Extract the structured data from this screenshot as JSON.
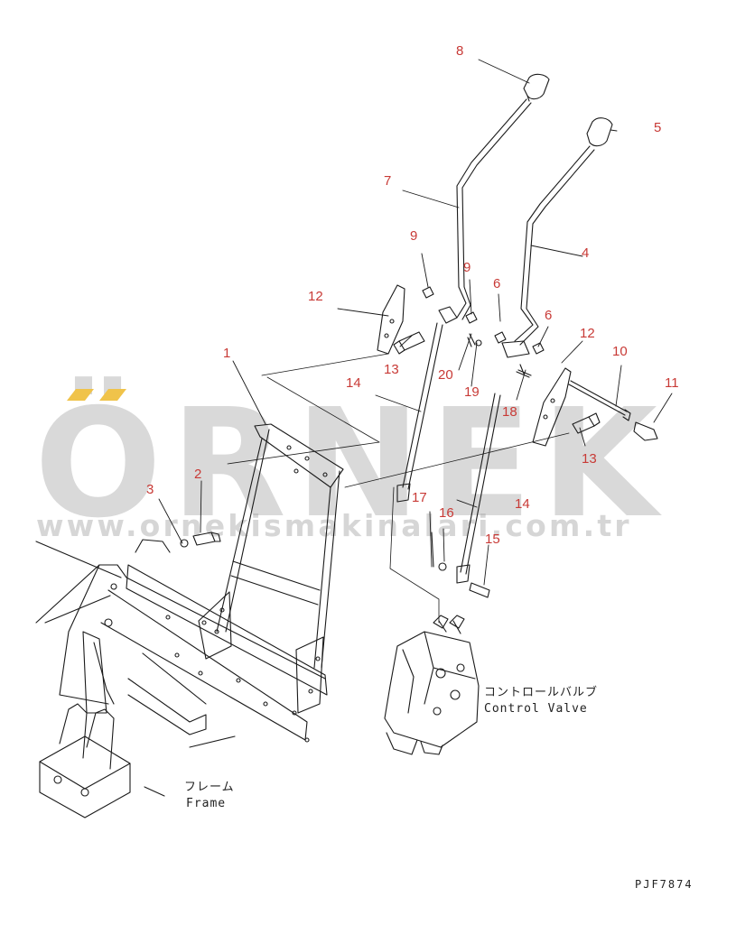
{
  "watermark": {
    "brand": "ÖRNEK",
    "url": "www.ornekismakinalari.com.tr",
    "accent_color": "#f0c34a"
  },
  "callouts": [
    {
      "id": "c8",
      "text": "8"
    },
    {
      "id": "c7",
      "text": "7"
    },
    {
      "id": "c5",
      "text": "5"
    },
    {
      "id": "c4",
      "text": "4"
    },
    {
      "id": "c9a",
      "text": "9"
    },
    {
      "id": "c9b",
      "text": "9"
    },
    {
      "id": "c6a",
      "text": "6"
    },
    {
      "id": "c6b",
      "text": "6"
    },
    {
      "id": "c12a",
      "text": "12"
    },
    {
      "id": "c12b",
      "text": "12"
    },
    {
      "id": "c10",
      "text": "10"
    },
    {
      "id": "c11",
      "text": "11"
    },
    {
      "id": "c13a",
      "text": "13"
    },
    {
      "id": "c13b",
      "text": "13"
    },
    {
      "id": "c1",
      "text": "1"
    },
    {
      "id": "c14a",
      "text": "14"
    },
    {
      "id": "c14b",
      "text": "14"
    },
    {
      "id": "c20",
      "text": "20"
    },
    {
      "id": "c19",
      "text": "19"
    },
    {
      "id": "c18",
      "text": "18"
    },
    {
      "id": "c2",
      "text": "2"
    },
    {
      "id": "c3",
      "text": "3"
    },
    {
      "id": "c17",
      "text": "17"
    },
    {
      "id": "c16",
      "text": "16"
    },
    {
      "id": "c15",
      "text": "15"
    }
  ],
  "captions": {
    "control_valve_jp": "コントロールバルブ",
    "control_valve_en": "Control Valve",
    "frame_jp": "フレーム",
    "frame_en": "Frame"
  },
  "doc_number": "PJF7874",
  "colors": {
    "callout": "#c83a36",
    "line": "#1a1a1a",
    "watermark_gray": "#a0a0a0"
  }
}
